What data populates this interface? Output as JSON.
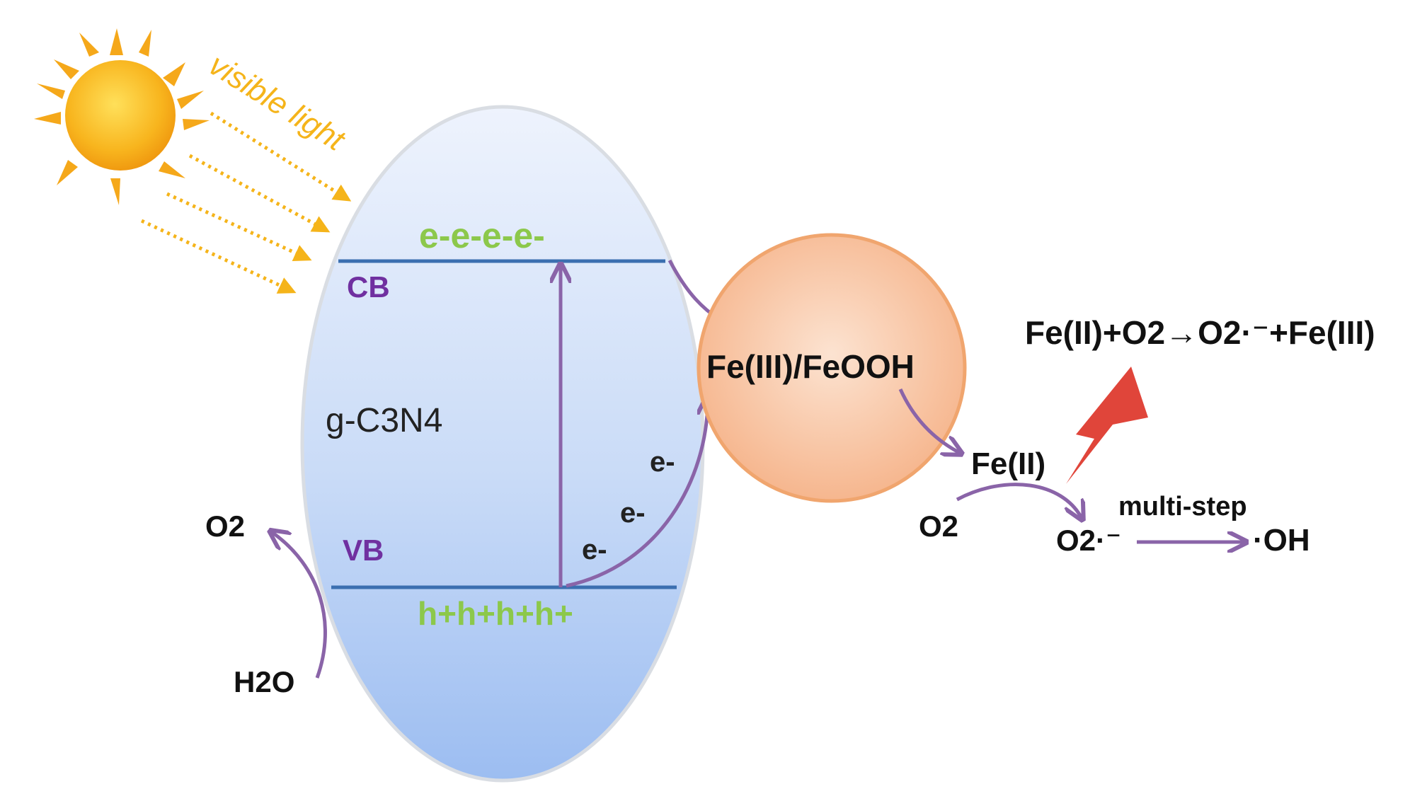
{
  "labels": {
    "light": "visible light",
    "semiconductor": "g-C3N4",
    "cb": "CB",
    "vb": "VB",
    "electrons_cb": "e-e-e-e-",
    "holes_vb": "h+h+h+h+",
    "e1": "e-",
    "e2": "e-",
    "e3": "e-",
    "o2_left": "O2",
    "h2o": "H2O",
    "particle": "Fe(III)/FeOOH",
    "fe2": "Fe(II)",
    "o2_right": "O2",
    "superoxide": "O2·⁻",
    "multistep": "multi-step",
    "hydroxyl": "·OH",
    "reaction": "Fe(II)+O2→O2·⁻+Fe(III)"
  },
  "colors": {
    "arrow": "#8a64a8",
    "green_text": "#8cc84b",
    "purple_text": "#7030a0",
    "band_line": "#3b6fb0",
    "light": "#f5b41a",
    "sun": "#f7b51c",
    "bolt": "#e0453a",
    "ellipse_fill_top": "#e4edfb",
    "ellipse_fill_bottom": "#9fc0f2",
    "sphere": "#f8bd97"
  },
  "icons": {
    "sun": "sun-icon",
    "bolt": "lightning-bolt-icon"
  }
}
